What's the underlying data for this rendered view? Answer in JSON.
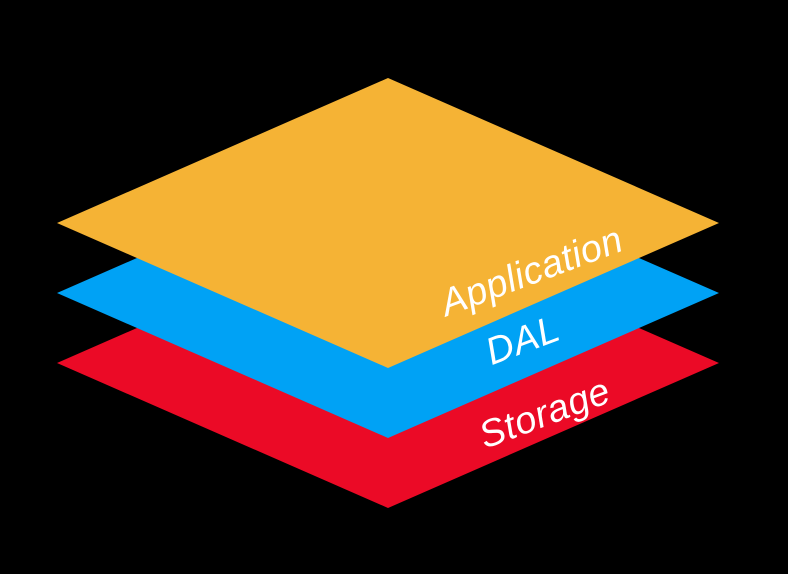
{
  "diagram": {
    "background_color": "#000000",
    "text_color": "#FFFFFF",
    "layers": [
      {
        "label": "Application",
        "color": "#F5B335"
      },
      {
        "label": "DAL",
        "color": "#00A2F5"
      },
      {
        "label": "Storage",
        "color": "#EB0A26"
      }
    ]
  }
}
